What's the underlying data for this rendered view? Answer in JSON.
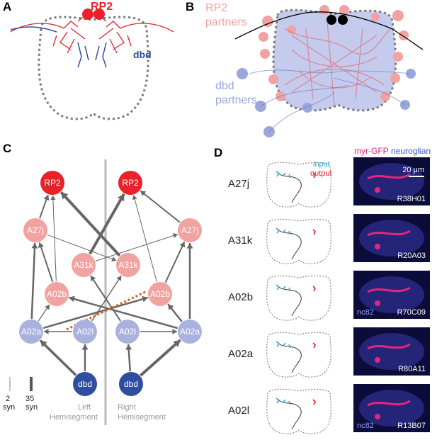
{
  "panels": {
    "a": "A",
    "b": "B",
    "c": "C",
    "d": "D"
  },
  "panelA": {
    "rp2": "RP2",
    "dbd": "dbd"
  },
  "panelB": {
    "rp2_partners": "RP2\npartners",
    "dbd_partners": "dbd\npartners"
  },
  "panelC": {
    "nodes": [
      "RP2",
      "RP2",
      "A27j",
      "A27j",
      "A31k",
      "A31k",
      "A02b",
      "A02b",
      "A02a",
      "A02l",
      "A02l",
      "A02a",
      "dbd",
      "dbd"
    ],
    "scale_small": "2\nsyn",
    "scale_large": "35\nsyn",
    "left": "Left\nHemisegment",
    "right": "Right\nHemisegment"
  },
  "panelD": {
    "rows": [
      {
        "name": "A27j",
        "line": "R38H01"
      },
      {
        "name": "A31k",
        "line": "R20A03"
      },
      {
        "name": "A02b",
        "line": "R70C09"
      },
      {
        "name": "A02a",
        "line": "R80A11"
      },
      {
        "name": "A02l",
        "line": "R13B07"
      }
    ],
    "legend_input": "input",
    "legend_output": "output",
    "header_myr": "myr-GFP",
    "header_neuro": "neuroglian",
    "scalebar": "20 μm",
    "nc82": "nc82"
  },
  "colors": {
    "rp2": "#e8212a",
    "rp2_light": "#f0a3a0",
    "dbd": "#2f4ea0",
    "dbd_light": "#9aa6dc",
    "cyan": "#2fa6c8"
  }
}
